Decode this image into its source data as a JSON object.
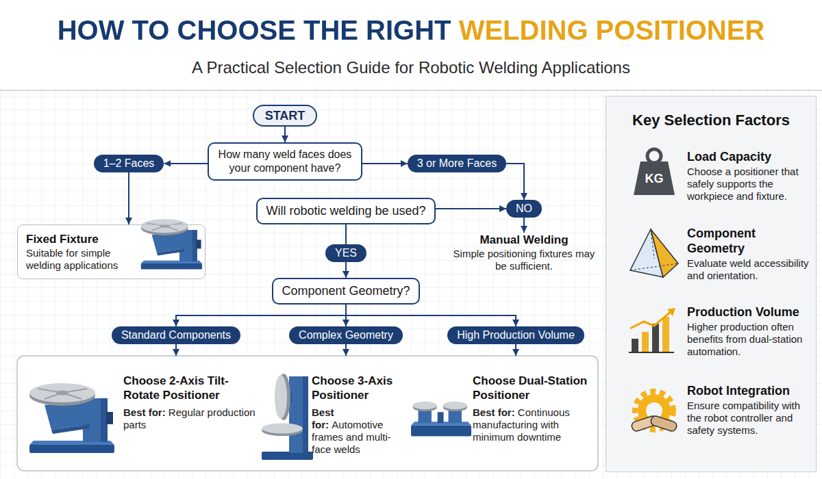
{
  "diagram": {
    "title": "HOW TO CHOOSE THE RIGHT WELDING POSITIONER",
    "nodes": [
      {
        "text": [
          "START"
        ]
      },
      {
        "text": [
          "How many weld faces does your component have?"
        ]
      },
      {
        "text": [
          "1–2 Faces"
        ]
      },
      {
        "text": [
          "3 or More Faces"
        ]
      },
      {
        "text": [
          "Will robotic welding be used?"
        ]
      },
      {
        "text": [
          "NO"
        ]
      },
      {
        "text": [
          "Fixed Fixture",
          "Suitable for simple welding applications"
        ]
      },
      {
        "text": [
          "Manual Welding",
          "Simple positioning fixtures may be sufficient."
        ]
      },
      {
        "text": [
          "YES"
        ]
      },
      {
        "text": [
          "Component Geometry?"
        ]
      },
      {
        "text": [
          "Standard Components"
        ]
      },
      {
        "text": [
          "Complex Geometry"
        ]
      },
      {
        "text": [
          "High Production Volume"
        ]
      },
      {
        "text": [
          "Choose 2-Axis Tilt-Rotate Positioner",
          "Best for:",
          "Regular production parts"
        ]
      },
      {
        "text": [
          "Choose 3-Axis Positioner",
          "Best for:",
          "Automotive frames and multi-face welds"
        ]
      },
      {
        "text": [
          "Choose Dual-Station Positioner",
          "Best for:",
          "Continuous manufacturing with minimum downtime"
        ]
      },
      {
        "text": [
          "Key Selection Factors"
        ]
      },
      {
        "text": [
          "Load Capacity",
          "Choose a positioner that safely supports the workpiece and fixture."
        ],
        "in": 16
      },
      {
        "text": [
          "Component Geometry",
          "Evaluate weld accessibility and orientation."
        ],
        "in": 16
      },
      {
        "text": [
          "Production Volume",
          "Higher production often benefits from dual-station automation."
        ],
        "in": 16
      },
      {
        "text": [
          "Robot Integration",
          "Ensure compatibility with the robot controller and safety systems."
        ],
        "in": 16
      }
    ],
    "edges": [
      {
        "from": 0,
        "to": 1,
        "arrow": "to"
      },
      {
        "from": 1,
        "to": 2,
        "arrow": "to"
      },
      {
        "from": 1,
        "to": 3,
        "arrow": "to"
      },
      {
        "from": 2,
        "to": 6,
        "arrow": "to"
      },
      {
        "from": 3,
        "to": 5,
        "arrow": "to"
      },
      {
        "from": 4,
        "to": 5,
        "arrow": "to"
      },
      {
        "from": 5,
        "to": 7,
        "arrow": "to"
      },
      {
        "from": 4,
        "to": 8,
        "arrow": "none"
      },
      {
        "from": 8,
        "to": 9,
        "arrow": "to"
      },
      {
        "from": 9,
        "to": 10,
        "arrow": "to"
      },
      {
        "from": 9,
        "to": 11,
        "arrow": "to"
      },
      {
        "from": 9,
        "to": 12,
        "arrow": "to"
      },
      {
        "from": 10,
        "to": 13,
        "arrow": "to"
      },
      {
        "from": 11,
        "to": 14,
        "arrow": "to"
      },
      {
        "from": 12,
        "to": 15,
        "arrow": "to"
      }
    ],
    "labels": [
      "A Practical Selection Guide for Robotic Welding Applications",
      "KG"
    ]
  }
}
